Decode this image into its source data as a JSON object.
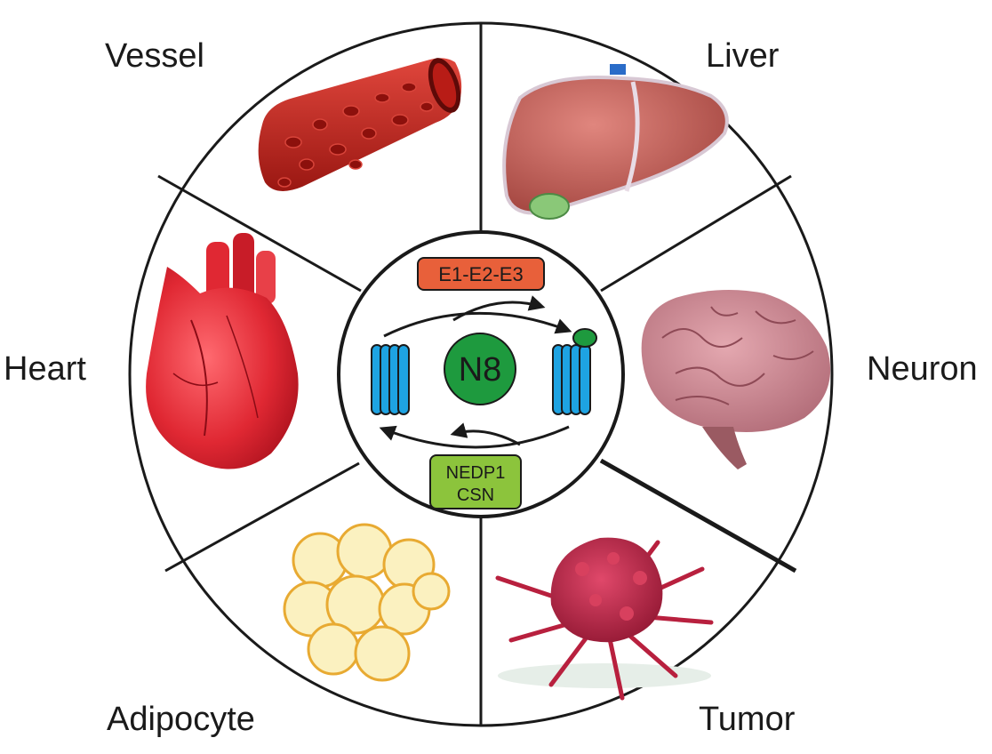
{
  "segments": {
    "vessel": "Vessel",
    "liver": "Liver",
    "heart": "Heart",
    "neuron": "Neuron",
    "adipocyte": "Adipocyte",
    "tumor": "Tumor"
  },
  "center": {
    "conjugating_enzymes": "E1-E2-E3",
    "molecule": "N8",
    "deconjugase_line1": "NEDP1",
    "deconjugase_line2": "CSN"
  },
  "colors": {
    "e1e2e3_box": "#e8603a",
    "deconjugase_box": "#8cc43c",
    "nedd8": "#1e9a3e",
    "cullin": "#1ea3e2",
    "vessel": "#c8241c",
    "liver": "#c9625a",
    "brain": "#c98690",
    "heart": "#e02833",
    "fat_cell": "#f7e9a6",
    "tumor": "#b8203e"
  },
  "icons": [
    "blood-vessel-icon",
    "liver-icon",
    "heart-icon",
    "brain-icon",
    "fat-cells-icon",
    "tumor-icon",
    "cullin-icon",
    "nedd8-icon"
  ]
}
